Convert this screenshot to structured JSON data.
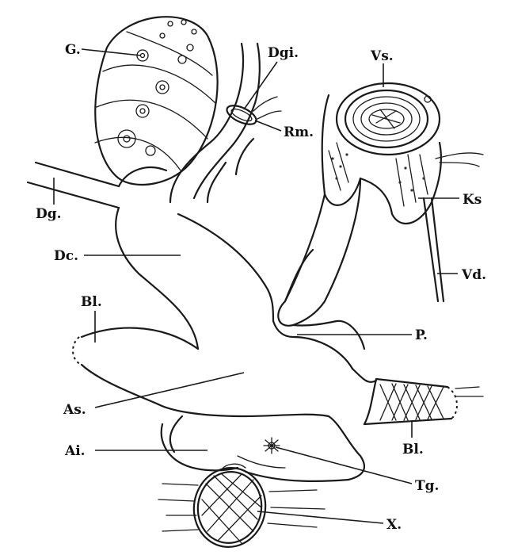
{
  "figure": {
    "labels": {
      "G": "G.",
      "Dgi": "Dgi.",
      "Vs": "Vs.",
      "Rm": "Rm.",
      "Ks": "Ks",
      "Dg": "Dg.",
      "Dc": "Dc.",
      "Vd": "Vd.",
      "Bl_left": "Bl.",
      "P": "P.",
      "As": "As.",
      "Ai": "Ai.",
      "Bl_right": "Bl.",
      "Tg": "Tg.",
      "X": "X."
    }
  }
}
